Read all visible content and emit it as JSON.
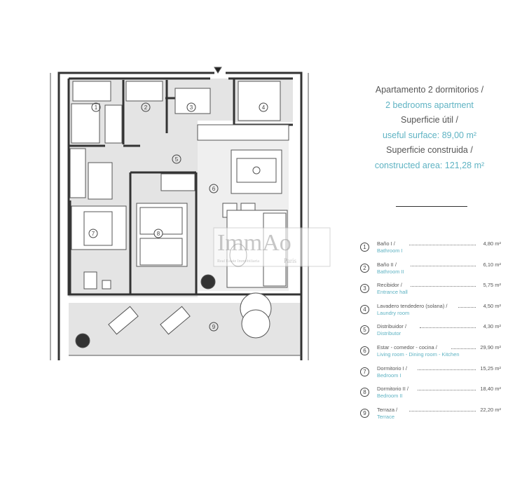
{
  "title": {
    "line1": "Apartamento 2 dormitorios /",
    "line2": "2 bedrooms apartment",
    "line3": "Superficie útil /",
    "line4": "useful surface: 89,00 m²",
    "line5": "Superficie construida /",
    "line6": "constructed area: 121,28 m²"
  },
  "colors": {
    "accent": "#5fb3c3",
    "text": "#555555",
    "room_fill": "#e4e4e4"
  },
  "room_numbers": [
    "1",
    "2",
    "3",
    "4",
    "5",
    "6",
    "7",
    "8",
    "9"
  ],
  "watermark": {
    "brand": "ImmAo",
    "sub": "Real Estate Immobiliaria",
    "city": "Paris"
  },
  "legend": [
    {
      "num": "1",
      "es": "Baño I /",
      "en": "Bathroom I",
      "area": "4,80 m²"
    },
    {
      "num": "2",
      "es": "Baño II /",
      "en": "Bathroom II",
      "area": "6,10 m²"
    },
    {
      "num": "3",
      "es": "Recibidor /",
      "en": "Entrance hall",
      "area": "5,75 m²"
    },
    {
      "num": "4",
      "es": "Lavadero tendedero (solana) /",
      "en": "Laundry room",
      "area": "4,50 m²"
    },
    {
      "num": "5",
      "es": "Distribuidor /",
      "en": "Distributor",
      "area": "4,30 m²"
    },
    {
      "num": "6",
      "es": "Estar - comedor - cocina /",
      "en": "Living room - Dining room - Kitchen",
      "area": "29,90 m²"
    },
    {
      "num": "7",
      "es": "Dormitorio I /",
      "en": "Bedroom I",
      "area": "15,25 m²"
    },
    {
      "num": "8",
      "es": "Dormitorio II /",
      "en": "Bedroom II",
      "area": "18,40 m²"
    },
    {
      "num": "9",
      "es": "Terraza /",
      "en": "Terrace",
      "area": "22,20 m²"
    }
  ]
}
